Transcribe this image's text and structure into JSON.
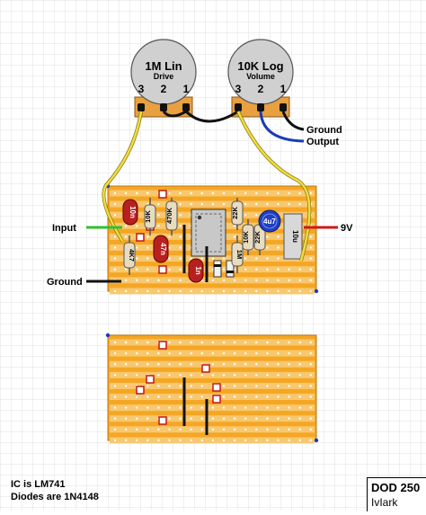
{
  "pots": [
    {
      "value": "1M Lin",
      "name": "Drive",
      "pins": [
        "3",
        "2",
        "1"
      ]
    },
    {
      "value": "10K Log",
      "name": "Volume",
      "pins": [
        "3",
        "2",
        "1"
      ]
    }
  ],
  "wire_labels": {
    "ground_top": "Ground",
    "output": "Output",
    "input": "Input",
    "nine_v": "9V",
    "ground_left": "Ground"
  },
  "components": {
    "c_10n": "10n",
    "r_10k_a": "10K",
    "r_470k": "470K",
    "r_4k7": "4K7",
    "c_47n": "47n",
    "c_1n": "1n",
    "r_22k_a": "22K",
    "r_1m": "1M",
    "r_10k_b": "10K",
    "r_22k_b": "22K",
    "c_4u7": "4u7",
    "c_10u": "10u"
  },
  "notes": {
    "line1": "IC is LM741",
    "line2": "Diodes are 1N4148"
  },
  "title": {
    "name": "DOD 250",
    "author": "IvIark"
  },
  "colors": {
    "board": "#f5a623",
    "strip": "#f8c870",
    "grid": "#d8d8d8",
    "pot_body": "#d0d0d0",
    "pot_tab": "#e8a040",
    "wire_yellow": "#f0dc40",
    "wire_blue": "#1a3cb8",
    "wire_green": "#30c030",
    "wire_red": "#d01818",
    "cap_red": "#b82020",
    "resistor": "#e8dcc0",
    "electrolytic": "#2040c0",
    "ic": "#303030"
  }
}
